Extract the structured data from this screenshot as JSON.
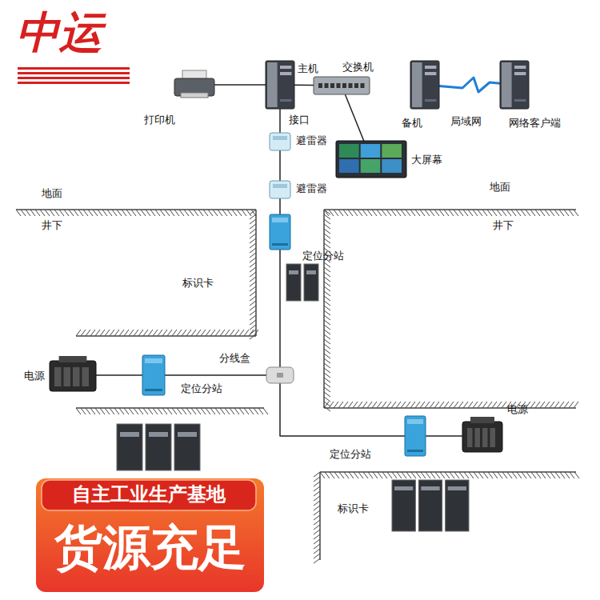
{
  "diagram": {
    "nodes": [
      {
        "text": [
          "打印机"
        ]
      },
      {
        "text": [
          "主机"
        ]
      },
      {
        "text": [
          "交换机"
        ]
      },
      {
        "text": [
          "备机"
        ]
      },
      {
        "text": [
          "网络客户端"
        ]
      },
      {
        "text": [
          "避雷器"
        ]
      },
      {
        "text": [
          "大屏幕"
        ]
      },
      {
        "text": [
          "避雷器"
        ]
      },
      {
        "text": [
          "定位分站"
        ]
      },
      {
        "text": [
          "标识卡"
        ]
      },
      {
        "text": [
          "分线盒"
        ]
      },
      {
        "text": [
          "电源"
        ]
      },
      {
        "text": [
          "定位分站"
        ]
      },
      {
        "text": [
          "电源"
        ]
      },
      {
        "text": [
          "定位分站"
        ]
      },
      {
        "text": [
          "标识卡"
        ]
      }
    ],
    "edges": [
      {
        "from": 0,
        "to": 1,
        "arrow": "none"
      },
      {
        "from": 1,
        "to": 2,
        "arrow": "none"
      },
      {
        "from": 2,
        "to": 3,
        "arrow": "none"
      },
      {
        "from": 3,
        "to": 4,
        "label": "局域网",
        "arrow": "none"
      },
      {
        "from": 1,
        "to": 5,
        "label": "接口",
        "arrow": "none"
      },
      {
        "from": 2,
        "to": 6,
        "arrow": "none"
      },
      {
        "from": 5,
        "to": 7,
        "arrow": "none"
      },
      {
        "from": 7,
        "to": 8,
        "arrow": "none"
      },
      {
        "from": 8,
        "to": 10,
        "arrow": "none"
      },
      {
        "from": 10,
        "to": 12,
        "arrow": "none"
      },
      {
        "from": 12,
        "to": 11,
        "arrow": "none"
      },
      {
        "from": 10,
        "to": 14,
        "arrow": "none"
      },
      {
        "from": 14,
        "to": 13,
        "arrow": "none"
      }
    ],
    "labels": [
      "中运",
      "地面",
      "井下",
      "地面",
      "井下",
      "自主工业生产基地",
      "货源充足"
    ]
  }
}
